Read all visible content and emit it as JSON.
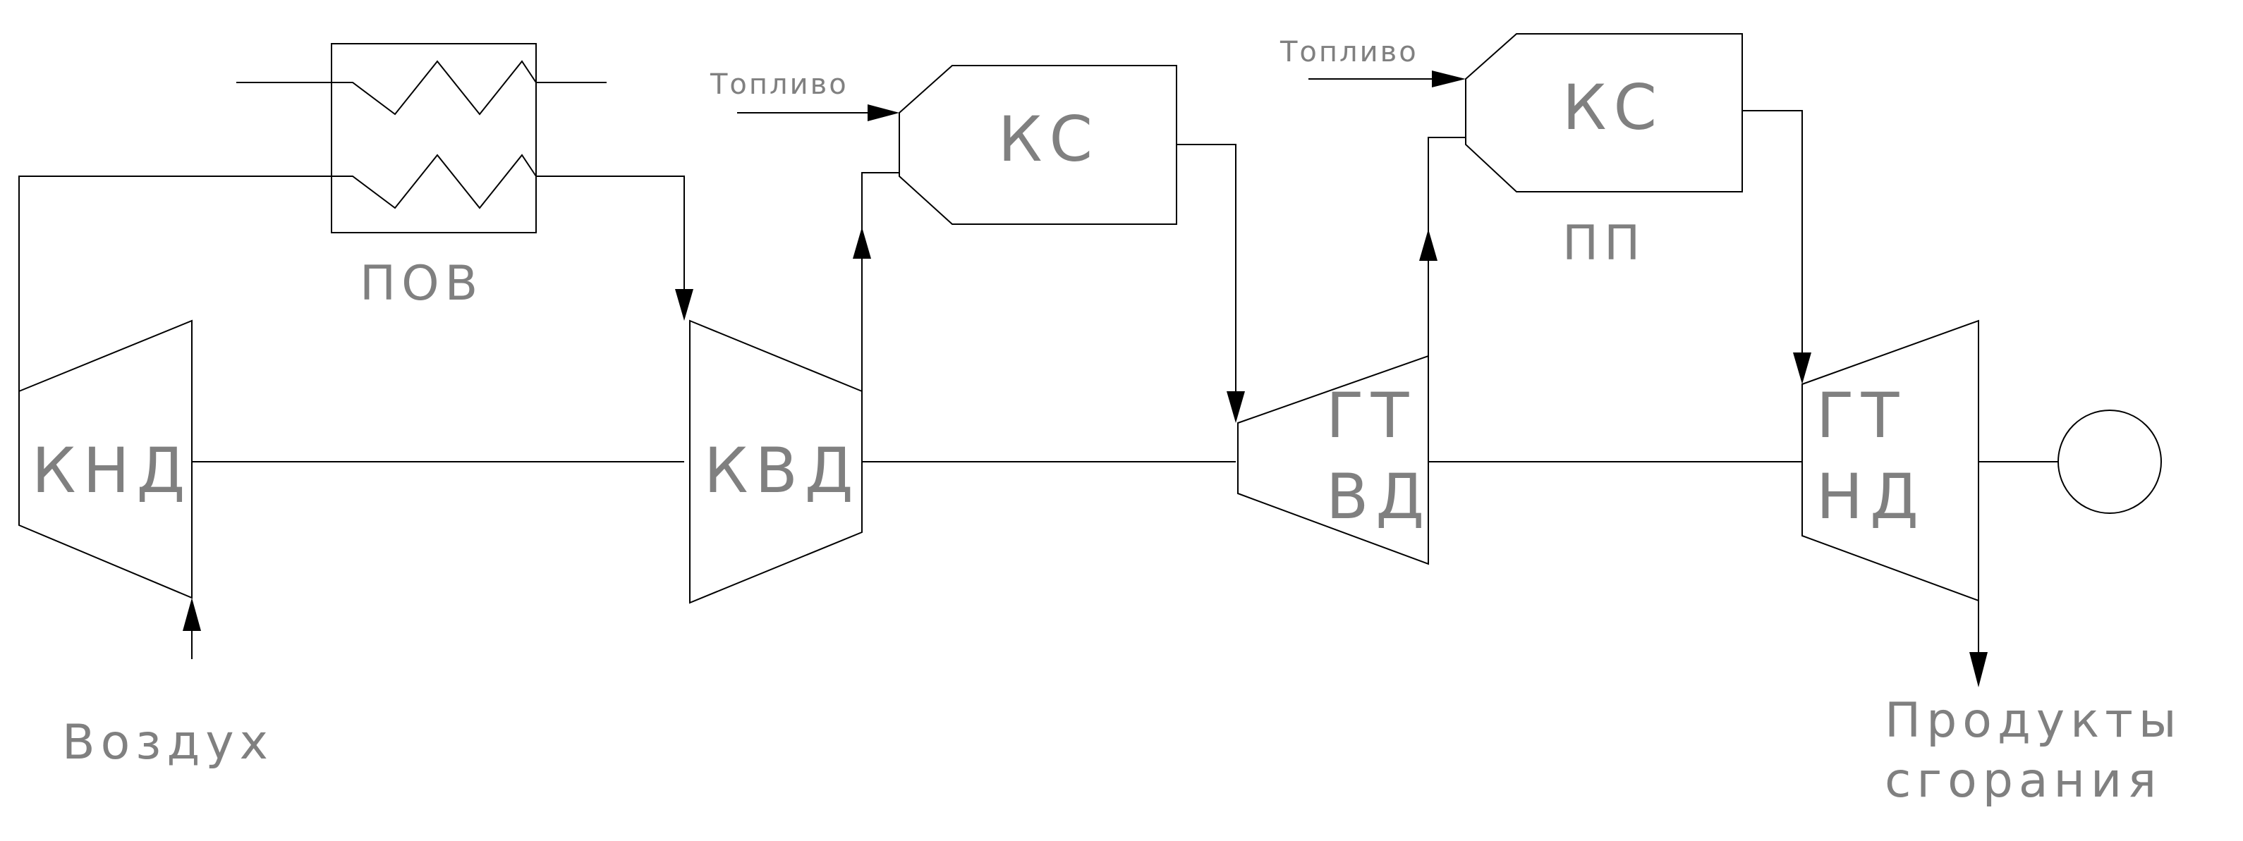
{
  "labels": {
    "lp_compressor": "КНД",
    "hp_compressor": "КВД",
    "intercooler": "ПОВ",
    "combustor_1": "КС",
    "combustor_2": "КС",
    "reheater": "ПП",
    "hp_turbine_line1": "ГТ",
    "hp_turbine_line2": "ВД",
    "lp_turbine_line1": "ГТ",
    "lp_turbine_line2": "НД",
    "fuel_1": "Топливо",
    "fuel_2": "Топливо",
    "air_inlet": "Воздух",
    "exhaust_line1": "Продукты",
    "exhaust_line2": "сгорания"
  }
}
